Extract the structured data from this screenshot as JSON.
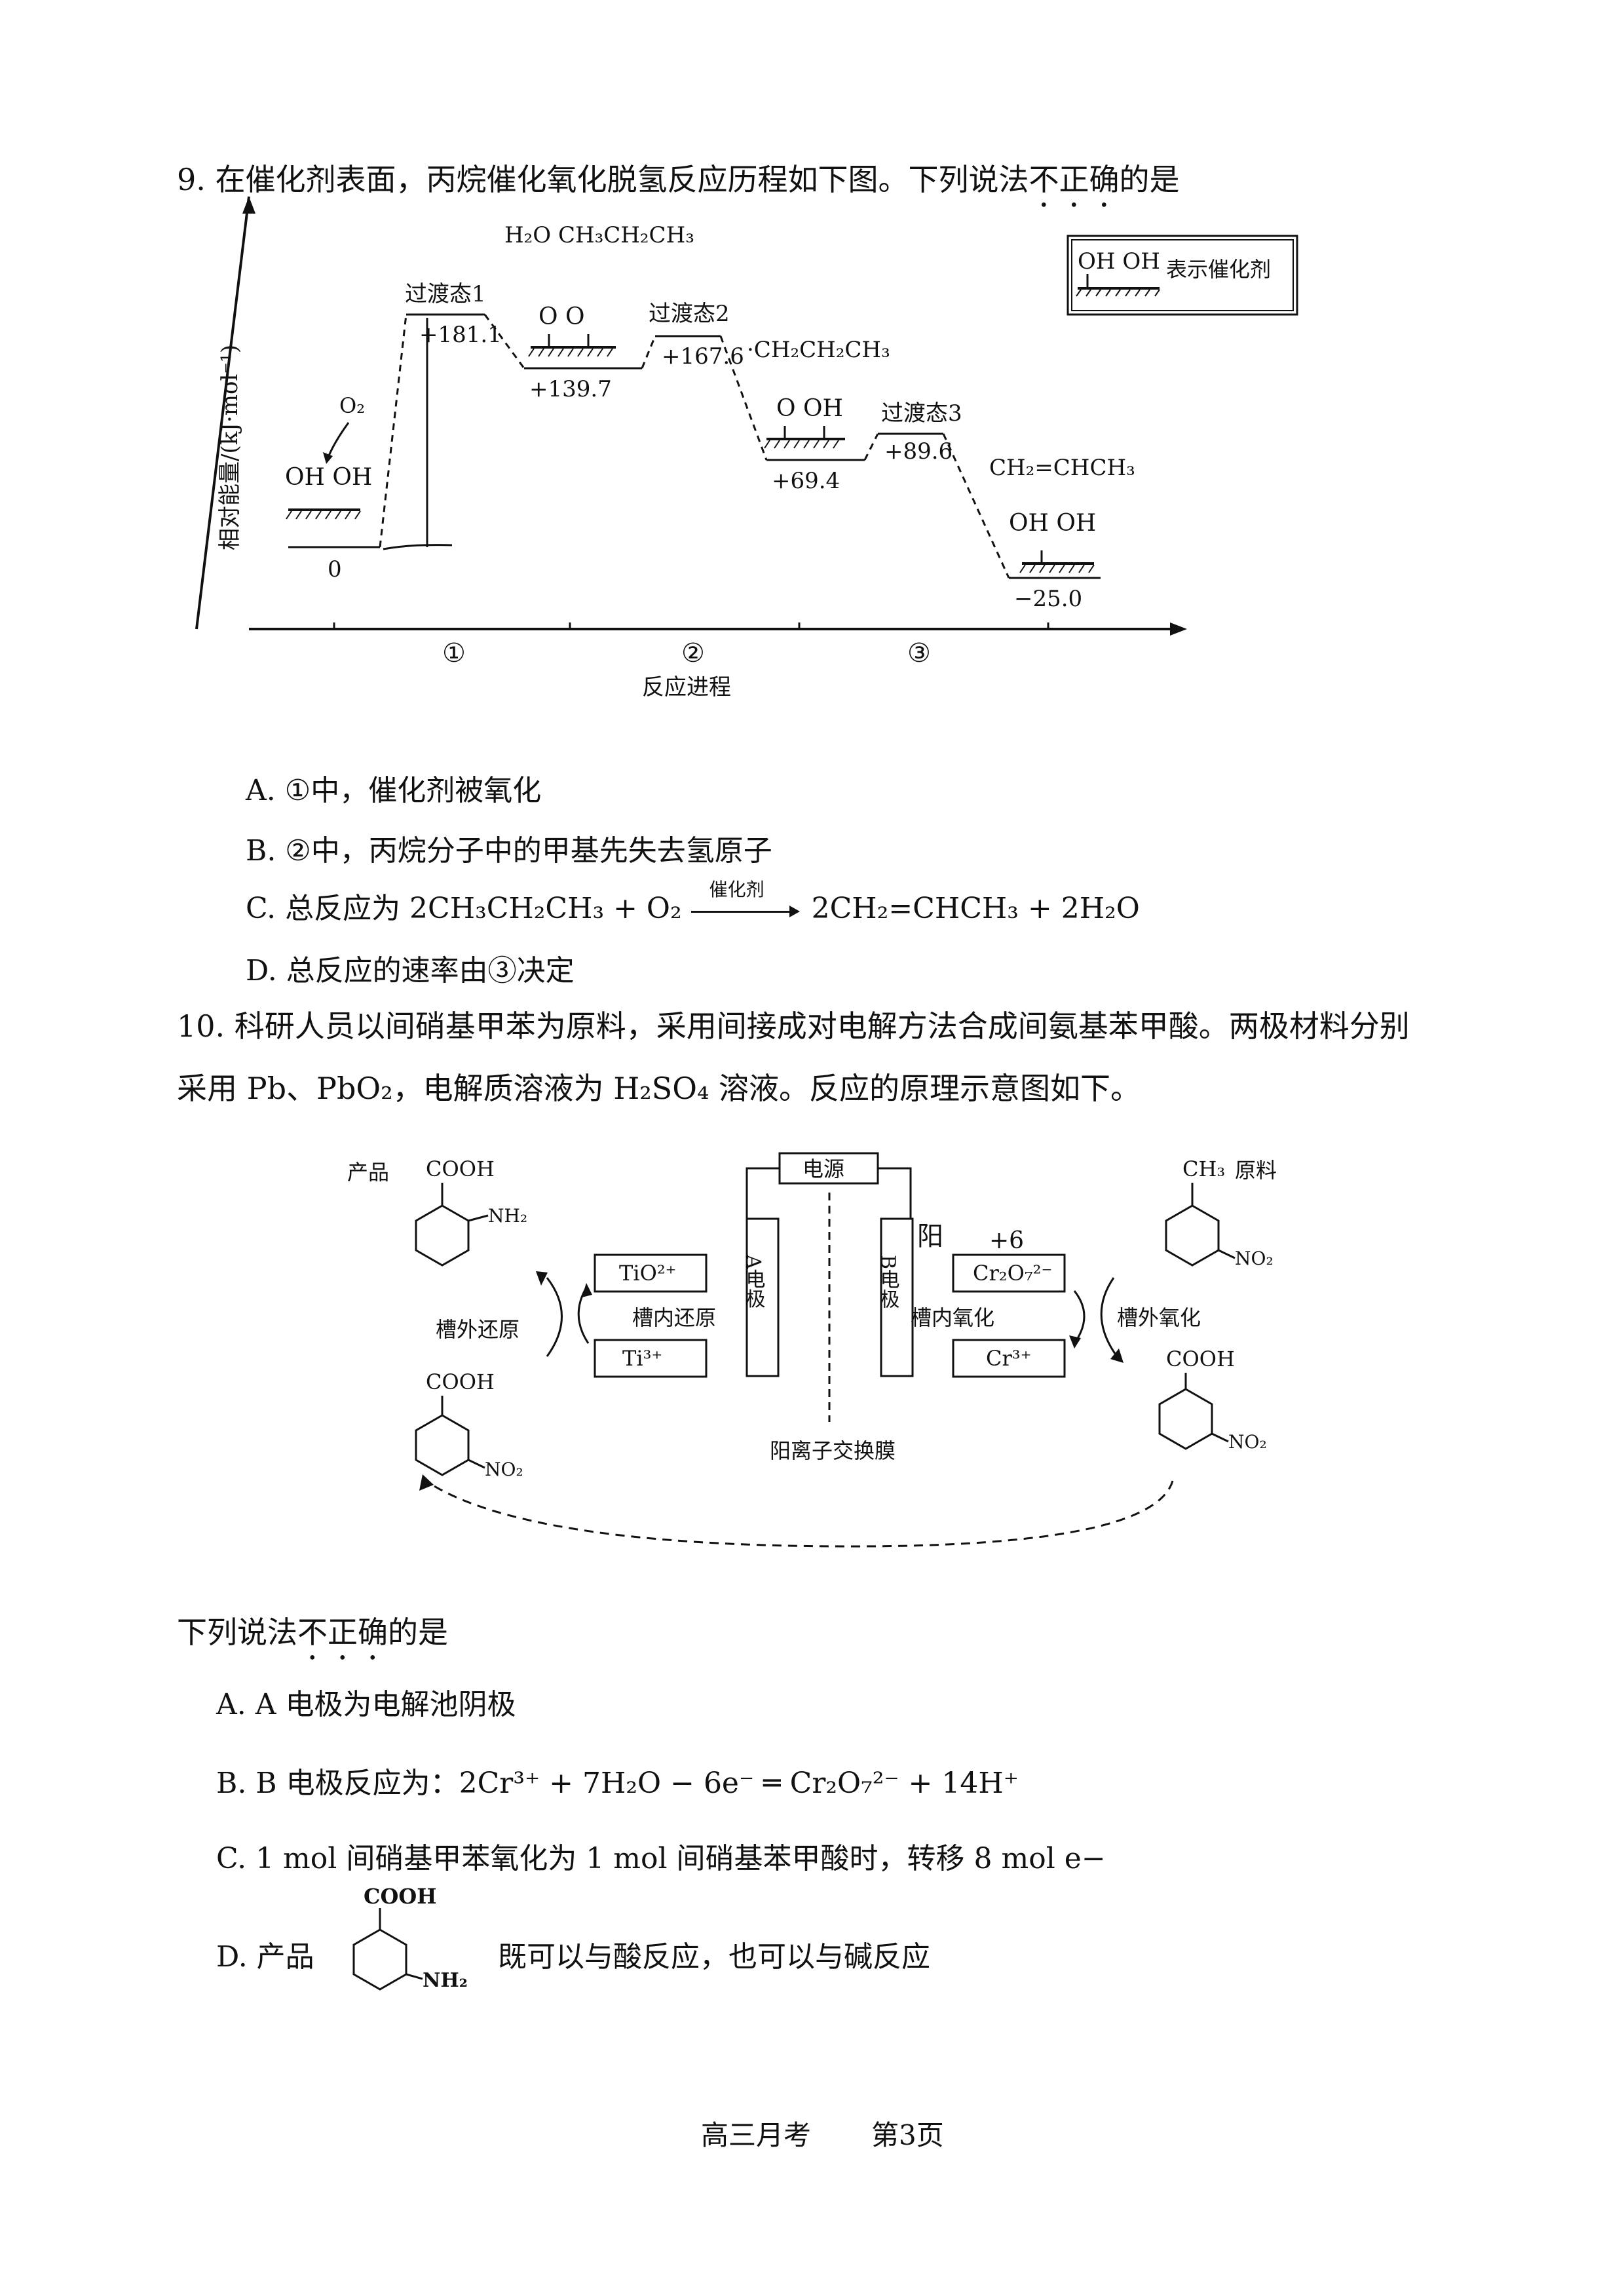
{
  "q9": {
    "stem_prefix": "9. 在催化剂表面，丙烷催化氧化脱氢反应历程如下图。下列说法",
    "stem_emph": "不正确",
    "stem_suffix": "的是",
    "chart": {
      "ylabel": "相对能量/(kJ·mol⁻¹)",
      "xlabel": "反应进程",
      "legend_species": "OH OH",
      "legend_text": "表示催化剂",
      "steps": [
        "①",
        "②",
        "③"
      ],
      "levels": [
        {
          "label": "0",
          "value": 0
        },
        {
          "label": "+181.1",
          "value": 181.1,
          "name": "过渡态1"
        },
        {
          "label": "+139.7",
          "value": 139.7
        },
        {
          "label": "+167.6",
          "value": 167.6,
          "name": "过渡态2"
        },
        {
          "label": "+69.4",
          "value": 69.4
        },
        {
          "label": "+89.6",
          "value": 89.6,
          "name": "过渡态3"
        },
        {
          "label": "−25.0",
          "value": -25.0
        }
      ],
      "species": {
        "start": "OH OH",
        "o2": "O₂",
        "after1": "O   O",
        "leave1": "H₂O  CH₃CH₂CH₃",
        "radical": "·CH₂CH₂CH₃",
        "after2": "O   OH",
        "product": "CH₂=CHCH₃",
        "end": "OH OH"
      }
    },
    "options": [
      "A. ①中，催化剂被氧化",
      "B. ②中，丙烷分子中的甲基先失去氢原子",
      "C. 总反应为 2CH₃CH₂CH₃ + O₂",
      "D. 总反应的速率由③决定"
    ],
    "option_c_arrow": "催化剂",
    "option_c_tail": "2CH₂=CHCH₃ + 2H₂O"
  },
  "q10": {
    "stem_line1": "10. 科研人员以间硝基甲苯为原料，采用间接成对电解方法合成间氨基苯甲酸。两极材料分别",
    "stem_line2": "采用 Pb、PbO₂，电解质溶液为 H₂SO₄ 溶液。反应的原理示意图如下。",
    "diagram": {
      "power": "电源",
      "electrode_a": "A电极",
      "electrode_b": "B电极",
      "membrane": "阳离子交换膜",
      "tio": "TiO²⁺",
      "ti": "Ti³⁺",
      "cr2o7": "Cr₂O₇²⁻",
      "cr": "Cr³⁺",
      "inner_reduce": "槽内还原",
      "outer_reduce": "槽外还原",
      "inner_oxidize": "槽内氧化",
      "outer_oxidize": "槽外氧化",
      "product_label": "产品",
      "raw_label": "原料",
      "cooh": "COOH",
      "nh2": "NH₂",
      "no2": "NO₂",
      "ch3": "CH₃",
      "handwrite_yang": "阳",
      "handwrite_plus6": "+6"
    },
    "prompt_prefix": "下列说法",
    "prompt_emph": "不正确",
    "prompt_suffix": "的是",
    "options": [
      "A. A 电极为电解池阴极",
      "B. B 电极反应为：2Cr³⁺ + 7H₂O − 6e⁻ ═ Cr₂O₇²⁻ + 14H⁺",
      "C. 1 mol 间硝基甲苯氧化为 1 mol 间硝基苯甲酸时，转移 8 mol e−",
      "D. 产品"
    ],
    "option_d_tail": "既可以与酸反应，也可以与碱反应",
    "option_d_cooh": "COOH",
    "option_d_nh2": "NH₂"
  },
  "footer": {
    "left": "高三月考",
    "right": "第3页"
  }
}
